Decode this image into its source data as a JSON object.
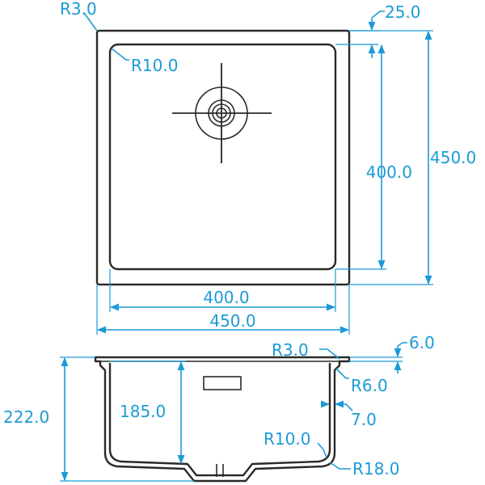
{
  "diagram": {
    "colors": {
      "dimension": "#1b9bd6",
      "outline": "#2a2a2a",
      "background": "#ffffff"
    },
    "top_view": {
      "corner_radius_outer": "R3.0",
      "corner_radius_inner": "R10.0",
      "flange_width": "25.0",
      "inner_height": "400.0",
      "outer_height": "450.0",
      "inner_width": "400.0",
      "outer_width": "450.0"
    },
    "section_view": {
      "rim_radius": "R3.0",
      "rim_thickness": "6.0",
      "upper_bend_radius": "R6.0",
      "wall_thickness": "7.0",
      "total_height": "222.0",
      "bowl_depth": "185.0",
      "bottom_radius_inner": "R10.0",
      "bottom_radius_outer": "R18.0"
    }
  }
}
